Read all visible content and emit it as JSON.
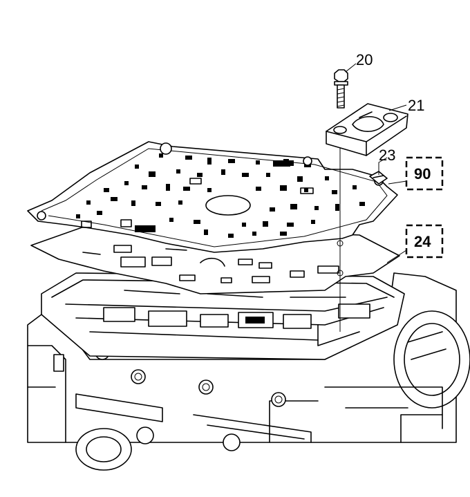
{
  "callouts": {
    "bolt": "20",
    "cover": "21",
    "screen": "23"
  },
  "references": {
    "ref_top": "90",
    "ref_bottom": "24"
  }
}
